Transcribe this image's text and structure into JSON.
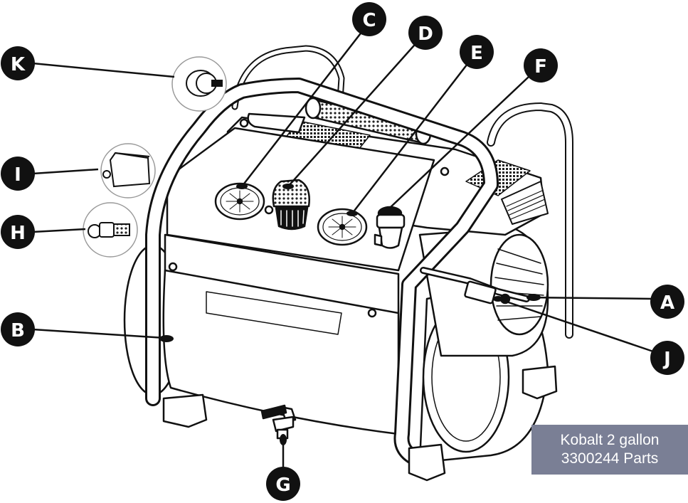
{
  "callouts": {
    "A": "A",
    "B": "B",
    "C": "C",
    "D": "D",
    "E": "E",
    "F": "F",
    "G": "G",
    "H": "H",
    "I": "I",
    "J": "J",
    "K": "K"
  },
  "watermark": {
    "line1": "Kobalt 2 gallon",
    "line2": "3300244 Parts"
  },
  "colors": {
    "ink": "#111111",
    "callout_fill": "#111111",
    "watermark_bg": "#7a7f95"
  }
}
